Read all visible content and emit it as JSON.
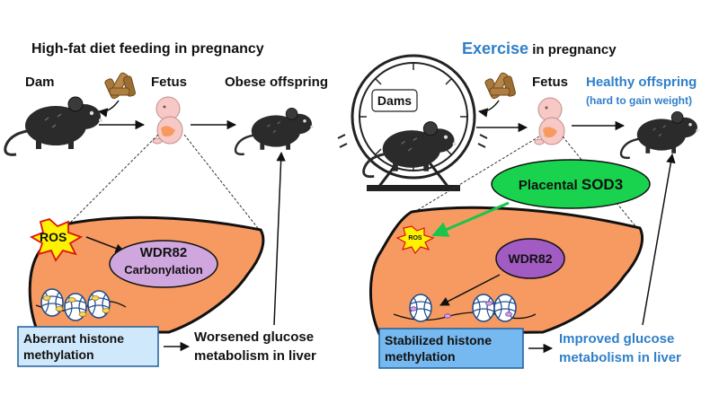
{
  "colors": {
    "liver": "#f79a62",
    "blue_text": "#2f7fc9",
    "ros_yellow": "#fff200",
    "wdr82_purple": "#cfa6dd",
    "sod3_green": "#19d34e",
    "box_light_blue": "#cfe8fb",
    "box_blue": "#76b8f0"
  },
  "left": {
    "title": "High-fat diet feeding in pregnancy",
    "dam": "Dam",
    "fetus": "Fetus",
    "offspring": "Obese offspring",
    "ros": "ROS",
    "wdr82": "WDR82",
    "carbonylation": "Carbonylation",
    "histone_line1": "Aberrant histone",
    "histone_line2": "methylation",
    "outcome_line1": "Worsened glucose",
    "outcome_line2": "metabolism in liver"
  },
  "right": {
    "title_main": "Exercise",
    "title_rest": " in pregnancy",
    "dams": "Dams",
    "fetus": "Fetus",
    "offspring": "Healthy offspring",
    "offspring_note": "(hard to gain weight)",
    "sod3_prefix": "Placental ",
    "sod3_name": "SOD3",
    "ros": "ROS",
    "wdr82": "WDR82",
    "histone_line1": "Stabilized histone",
    "histone_line2": "methylation",
    "outcome_line1": "Improved glucose",
    "outcome_line2": "metabolism in liver"
  },
  "icons": {
    "dam_mouse": "mouse-icon",
    "food": "food-pellets-icon",
    "fetus": "fetus-icon",
    "wheel": "running-wheel-icon",
    "nucleosome": "nucleosome-icon"
  }
}
